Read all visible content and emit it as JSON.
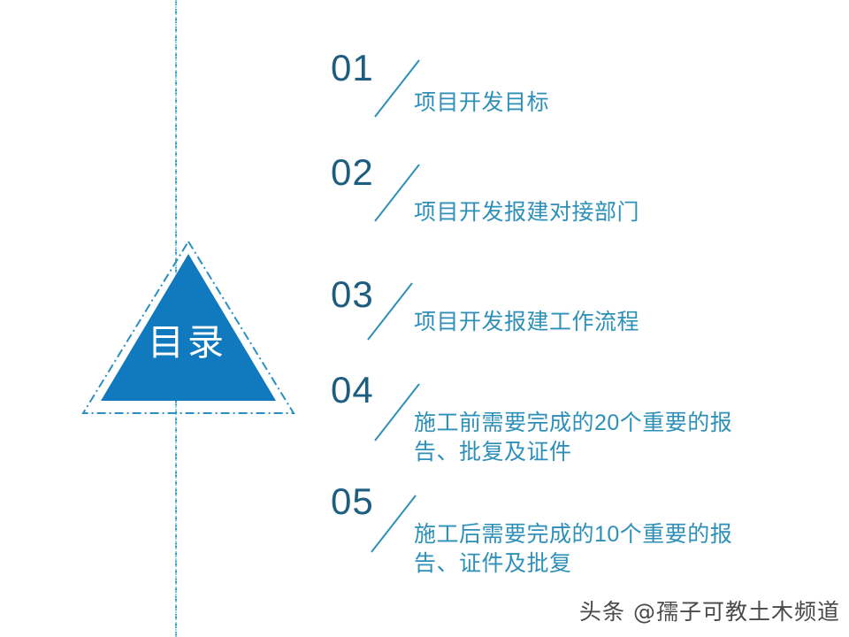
{
  "slide": {
    "title_cn": "目录",
    "background_color": "#ffffff"
  },
  "colors": {
    "triangle_fill": "#1179bd",
    "triangle_outline": "#2a8fc4",
    "guide_line": "#1787bf",
    "number_text": "#1d5d80",
    "label_text": "#2e90b8",
    "slash": "#2e90b8",
    "triangle_label_text": "#ffffff",
    "watermark_text": "#3a3a3a"
  },
  "agenda": {
    "items": [
      {
        "number": "01",
        "label": "项目开发目标"
      },
      {
        "number": "02",
        "label": "项目开发报建对接部门"
      },
      {
        "number": "03",
        "label": "项目开发报建工作流程"
      },
      {
        "number": "04",
        "label": "施工前需要完成的20个重要的报\n告、批复及证件"
      },
      {
        "number": "05",
        "label": "施工后需要完成的10个重要的报\n告、证件及批复"
      }
    ]
  },
  "watermark": {
    "text": "头条 @孺子可教土木频道"
  }
}
